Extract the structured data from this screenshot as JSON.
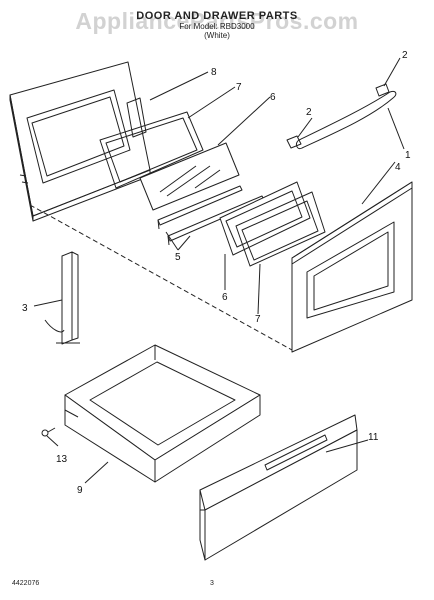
{
  "header": {
    "title": "DOOR AND DRAWER PARTS",
    "model_line": "For Model: RBD3000",
    "color_line": "(White)"
  },
  "watermark": {
    "text": "AppliancePartsPros.com",
    "color": "#d2d2d2"
  },
  "callouts": {
    "c1": "1",
    "c2a": "2",
    "c2b": "2",
    "c3": "3",
    "c4": "4",
    "c5": "5",
    "c6a": "6",
    "c6b": "6",
    "c7a": "7",
    "c7b": "7",
    "c8": "8",
    "c9": "9",
    "c11": "11",
    "c13": "13"
  },
  "footer": {
    "part_number": "4422076",
    "page": "3"
  }
}
